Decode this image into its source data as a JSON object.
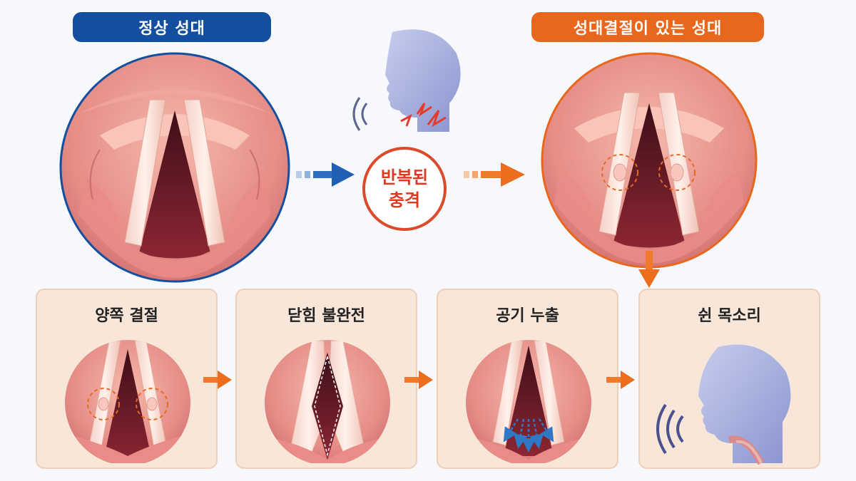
{
  "headers": {
    "normal": "정상 성대",
    "nodules": "성대결절이 있는 성대"
  },
  "impact": {
    "line1": "반복된",
    "line2": "충격"
  },
  "steps": [
    {
      "title": "양쪽 결절"
    },
    {
      "title": "닫힘 불완전"
    },
    {
      "title": "공기 누출"
    },
    {
      "title": "쉰 목소리"
    }
  ],
  "colors": {
    "blue": "#134f9e",
    "orange": "#e9661d",
    "red": "#dc3a22",
    "tissue": "#e8918a",
    "head": "#b7bfe4"
  }
}
